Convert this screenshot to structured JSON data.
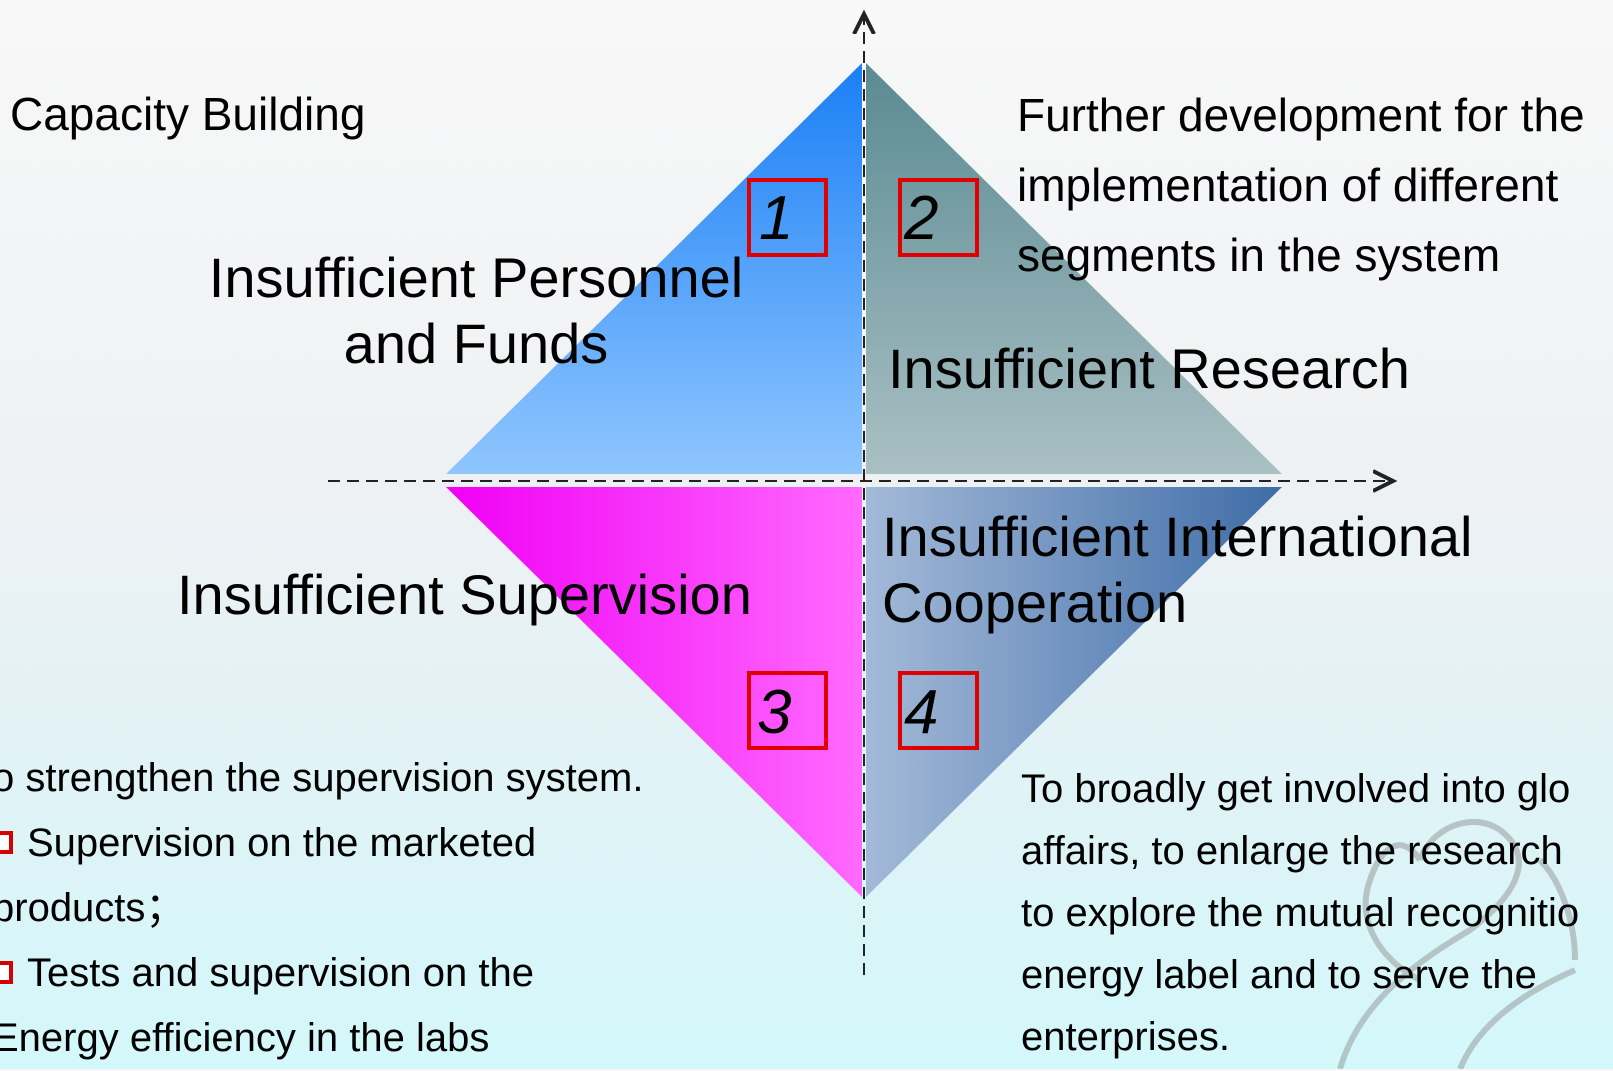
{
  "top_left": {
    "label": "Capacity Building"
  },
  "top_right": {
    "lines": [
      "Further development for the",
      "implementation of different",
      "segments in the system"
    ]
  },
  "quadrants": [
    {
      "number": "1",
      "lines": [
        "Insufficient Personnel",
        "and Funds"
      ],
      "color": "#1a7ff5"
    },
    {
      "number": "2",
      "lines": [
        "Insufficient Research"
      ],
      "color": "#5c8d95"
    },
    {
      "number": "3",
      "lines": [
        "Insufficient Supervision"
      ],
      "color": "#f41cf8"
    },
    {
      "number": "4",
      "lines": [
        "Insufficient International",
        "Cooperation"
      ],
      "color": "#4c78ad"
    }
  ],
  "bottom_left": {
    "lines": [
      "o strengthen the supervision system.",
      "Supervision on the marketed",
      "products；",
      "Tests and supervision on the",
      "Energy efficiency in the labs"
    ]
  },
  "bottom_right": {
    "lines": [
      "To broadly get involved into glo",
      "affairs, to enlarge the research",
      "to explore the mutual recognitio",
      "energy label and to serve the",
      "enterprises."
    ]
  },
  "colors": {
    "number_box_border": "#e00000",
    "bullet_color": "#d60000"
  }
}
